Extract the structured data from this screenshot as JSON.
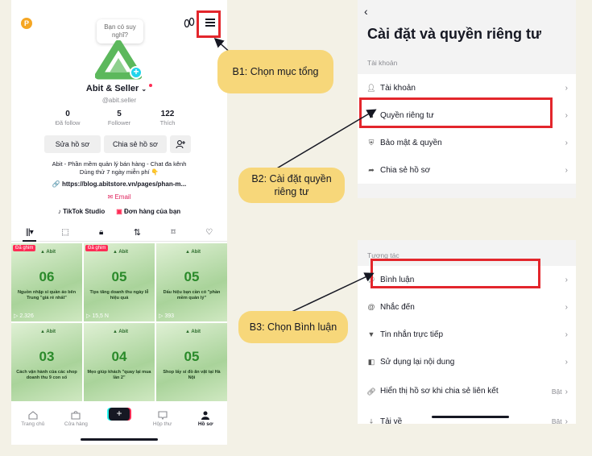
{
  "profile": {
    "bubble_text": "Bạn có suy nghĩ?",
    "name": "Abit & Seller",
    "handle": "@abit.seller",
    "stats": [
      {
        "num": "0",
        "label": "Đã follow"
      },
      {
        "num": "5",
        "label": "Follower"
      },
      {
        "num": "122",
        "label": "Thích"
      }
    ],
    "edit_button": "Sửa hồ sơ",
    "share_button": "Chia sẻ hồ sơ",
    "bio_line1": "Abit - Phần mềm quản lý bán hàng - Chat đa kênh",
    "bio_line2": "Dùng thử 7 ngày miễn phí 👇",
    "link": "https://blog.abitstore.vn/pages/phan-m...",
    "email": "Email",
    "studio": "TikTok Studio",
    "orders": "Đơn hàng của bạn",
    "videos": [
      {
        "pin": "Đã ghim",
        "num": "06",
        "caption": "Nguồn nhập sỉ quần áo bên Trung \"giá rẻ nhất\"",
        "views": "2.326"
      },
      {
        "pin": "Đã ghim",
        "num": "05",
        "caption": "Tips tăng doanh thu ngày lễ hiệu quả",
        "views": "15,5 N"
      },
      {
        "pin": "",
        "num": "05",
        "caption": "Dấu hiệu bạn cần có \"phần mềm quản lý\"",
        "views": "393"
      },
      {
        "pin": "",
        "num": "03",
        "caption": "Cách vận hành của các shop doanh thu 9 con số",
        "views": ""
      },
      {
        "pin": "",
        "num": "04",
        "caption": "Mẹo giúp khách \"quay lại mua lần 2\"",
        "views": ""
      },
      {
        "pin": "",
        "num": "05",
        "caption": "Shop lấy sỉ đồ ăn vặt tại Hà Nội",
        "views": ""
      }
    ],
    "nav": {
      "home": "Trang chủ",
      "shop": "Cửa hàng",
      "create": "+",
      "inbox": "Hộp thư",
      "profile": "Hồ sơ"
    }
  },
  "settings": {
    "title": "Cài đặt và quyền riêng tư",
    "section": "Tài khoản",
    "items": [
      "Tài khoản",
      "Quyền riêng tư",
      "Bảo mật & quyền",
      "Chia sẻ hồ sơ"
    ]
  },
  "interactions": {
    "section": "Tương tác",
    "items": [
      {
        "label": "Bình luận",
        "value": ""
      },
      {
        "label": "Nhắc đến",
        "value": ""
      },
      {
        "label": "Tin nhắn trực tiếp",
        "value": ""
      },
      {
        "label": "Sử dụng lại nội dung",
        "value": ""
      },
      {
        "label": "Hiển thị hồ sơ khi chia sẻ liên kết",
        "value": "Bật"
      },
      {
        "label": "Tải về",
        "value": "Bật"
      }
    ]
  },
  "callouts": {
    "b1": "B1: Chọn mục tổng",
    "b2": "B2: Cài đặt quyền riêng tư",
    "b3": "B3: Chọn Bình luận"
  },
  "colors": {
    "highlight": "#e3262c",
    "callout": "#f7d77a",
    "accent": "#fe2c55"
  }
}
